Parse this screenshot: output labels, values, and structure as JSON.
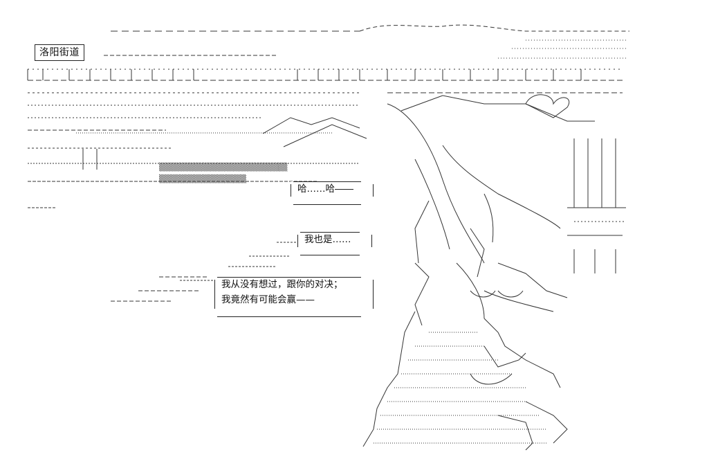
{
  "location_label": "洛阳街道",
  "bubbles": {
    "haha": "哈……哈――",
    "me_too": "我也是……",
    "dialogue_line1": "我从没有想过，跟你的对决；",
    "dialogue_line2": "我竟然有可能会赢——"
  }
}
